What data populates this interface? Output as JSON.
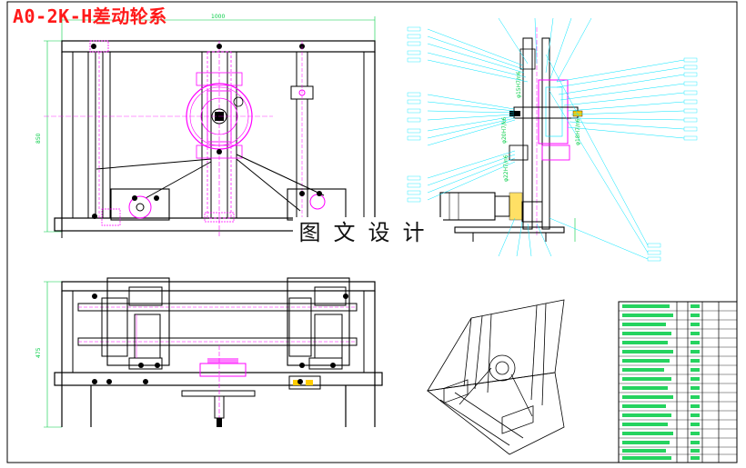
{
  "title": "A0-2K-H差动轮系",
  "watermark": "图文设计",
  "dimensions": {
    "top_width": "1000",
    "front_height": "850",
    "plan_height": "475"
  },
  "side_view_codes": {
    "tolerance_fit_1": "φ15H7/n6",
    "tolerance_fit_2": "φ20H7/k6",
    "tolerance_fit_3": "φ18H7/n6",
    "tolerance_fit_4": "φ22H7/n6"
  },
  "colors": {
    "frame": "#000000",
    "cyan_leader": "#00e5ff",
    "magenta_detail": "#ff00ff",
    "green_dim": "#00cc44",
    "red_title": "#ff1a1a",
    "sheet_border": "#000000"
  }
}
